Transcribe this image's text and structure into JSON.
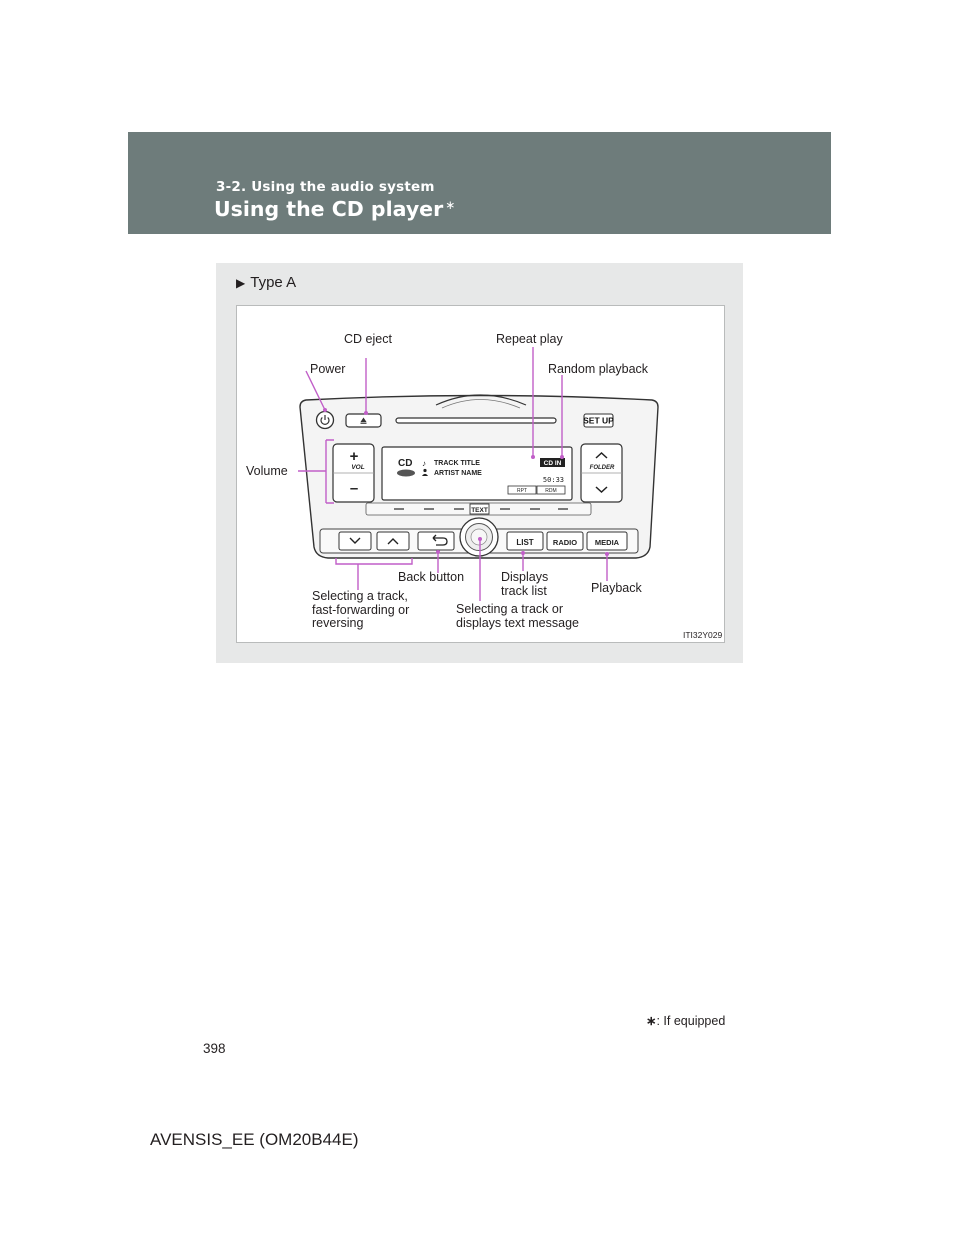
{
  "header": {
    "section_label": "3-2. Using the audio system",
    "title": "Using the CD player",
    "title_mark": "∗"
  },
  "figure": {
    "type_label": "Type A",
    "figure_code": "ITI32Y029",
    "callouts": {
      "cd_eject": "CD eject",
      "repeat_play": "Repeat play",
      "power": "Power",
      "random_playback": "Random playback",
      "volume": "Volume",
      "back_button": "Back button",
      "displays_track_list": "Displays\ntrack list",
      "playback": "Playback",
      "selecting_track_ff": "Selecting a track,\nfast-forwarding or\nreversing",
      "selecting_track_text": "Selecting a track or\ndisplays text message"
    },
    "unit": {
      "setup": "SET UP",
      "vol": "VOL",
      "folder": "FOLDER",
      "text": "TEXT",
      "list": "LIST",
      "radio": "RADIO",
      "media": "MEDIA",
      "display": {
        "source": "CD",
        "track_title": "TRACK TITLE",
        "artist_name": "ARTIST NAME",
        "cd_in": "CD IN",
        "time": "50:33",
        "rpt": "RPT",
        "rdm": "RDM"
      }
    }
  },
  "footnote": {
    "mark": "∗",
    "text": ": If equipped"
  },
  "page_number": "398",
  "manual_code": "AVENSIS_EE (OM20B44E)",
  "colors": {
    "header_band": "#6e7c7b",
    "figure_panel": "#e7e8e8",
    "callout_line": "#c15fc8"
  }
}
